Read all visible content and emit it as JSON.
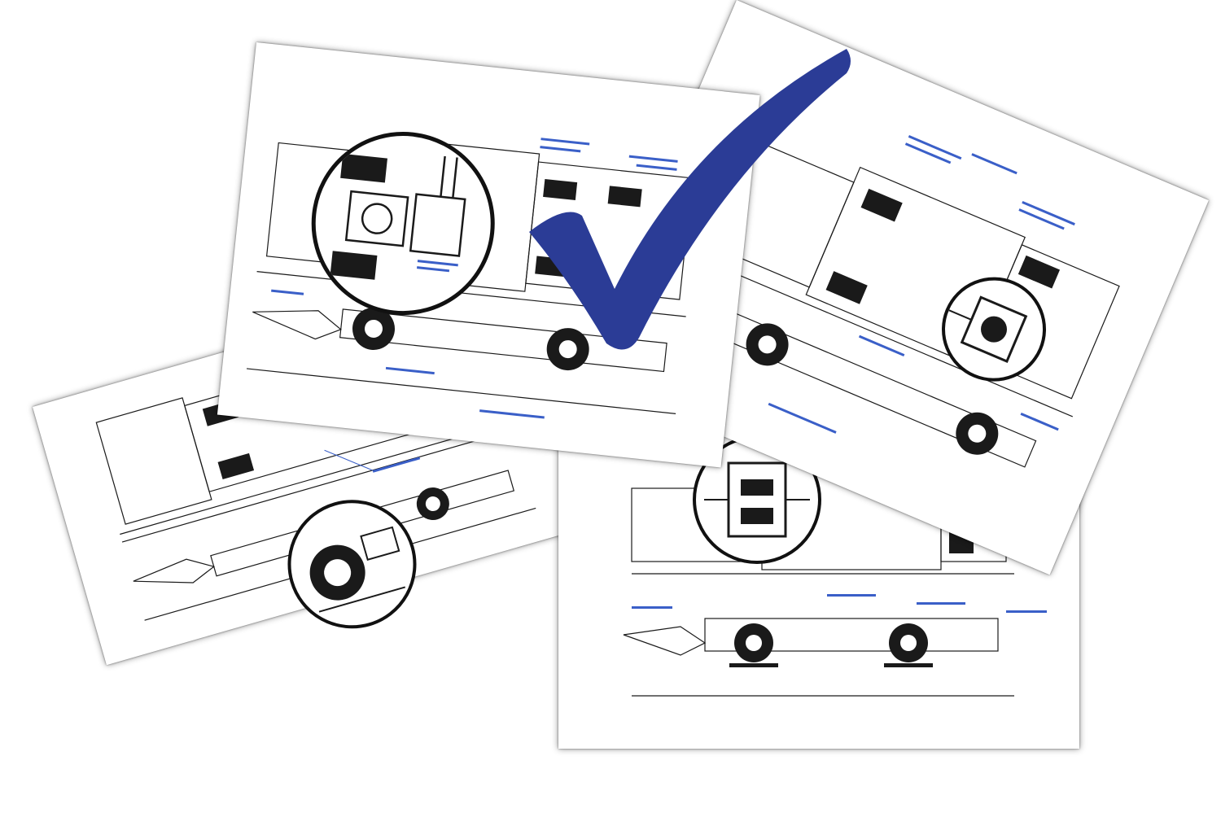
{
  "scene": {
    "description_kind": "four vehicle engineering drawing sheets with magnified detail circles and a blue check mark",
    "colors": {
      "line": "#1a1a1a",
      "callout": "#3a5fc8",
      "check": "#2b3c96",
      "paper": "#ffffff"
    }
  },
  "sheets": [
    {
      "name": "sheet-bottom-left",
      "view": "plan-and-side-elevation",
      "detail_circle": "front-wheel-detail"
    },
    {
      "name": "sheet-bottom-right",
      "view": "plan-and-side-elevation",
      "detail_circle": "operator-compartment-detail"
    },
    {
      "name": "sheet-top-right",
      "view": "plan-and-side-elevation",
      "detail_circle": "pump-detail"
    },
    {
      "name": "sheet-top-center",
      "view": "plan-and-side-elevation",
      "detail_circle": "engine-compartment-detail"
    }
  ],
  "icons": {
    "check": "check-mark-icon"
  }
}
